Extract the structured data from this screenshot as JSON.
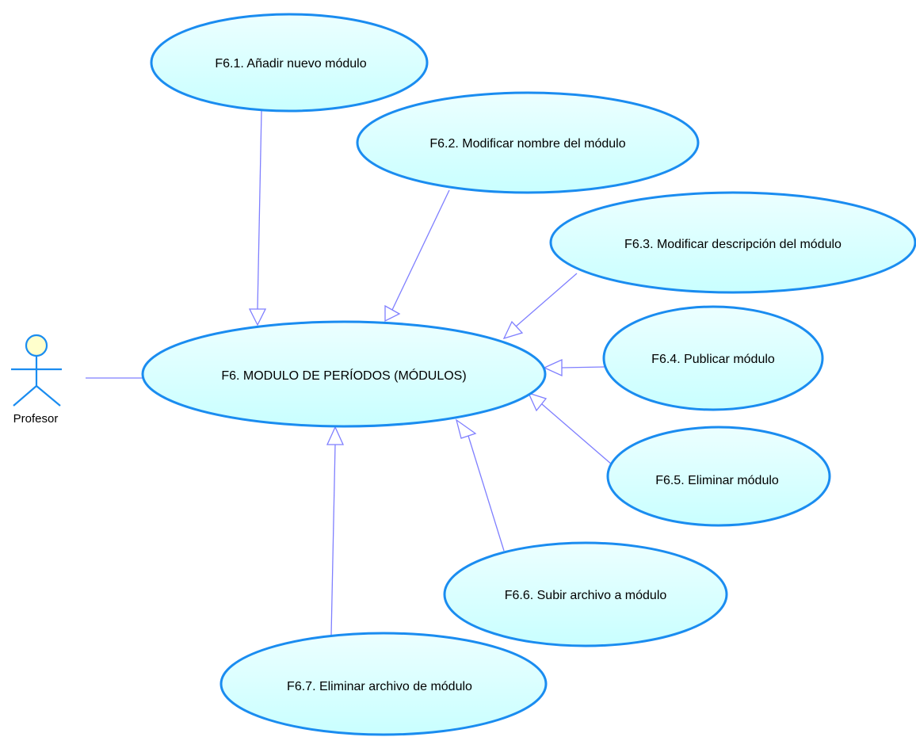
{
  "colors": {
    "ellipse_fill_start": "#ecffff",
    "ellipse_fill_end": "#c9ffff",
    "ellipse_stroke": "#1a8cf0",
    "connector": "#7f7fff",
    "actor_head_fill": "#ffffcc",
    "actor_stroke": "#1a8cf0"
  },
  "actor": {
    "label": "Profesor",
    "icon": "stick-figure-actor-icon"
  },
  "main_use_case": {
    "id": "F6",
    "label": "F6. MODULO DE PERÍODOS (MÓDULOS)"
  },
  "use_cases": [
    {
      "id": "F6.1",
      "label": "F6.1. Añadir nuevo módulo"
    },
    {
      "id": "F6.2",
      "label": "F6.2. Modificar nombre del módulo"
    },
    {
      "id": "F6.3",
      "label": "F6.3. Modificar descripción del módulo"
    },
    {
      "id": "F6.4",
      "label": "F6.4. Publicar módulo"
    },
    {
      "id": "F6.5",
      "label": "F6.5. Eliminar módulo"
    },
    {
      "id": "F6.6",
      "label": "F6.6. Subir archivo a módulo"
    },
    {
      "id": "F6.7",
      "label": "F6.7. Eliminar archivo de módulo"
    }
  ],
  "relations": [
    {
      "from": "F6.1",
      "to": "F6",
      "kind": "generalization"
    },
    {
      "from": "F6.2",
      "to": "F6",
      "kind": "generalization"
    },
    {
      "from": "F6.3",
      "to": "F6",
      "kind": "generalization"
    },
    {
      "from": "F6.4",
      "to": "F6",
      "kind": "generalization"
    },
    {
      "from": "F6.5",
      "to": "F6",
      "kind": "generalization"
    },
    {
      "from": "F6.6",
      "to": "F6",
      "kind": "generalization"
    },
    {
      "from": "F6.7",
      "to": "F6",
      "kind": "generalization"
    },
    {
      "from": "actor",
      "to": "F6",
      "kind": "association"
    }
  ]
}
